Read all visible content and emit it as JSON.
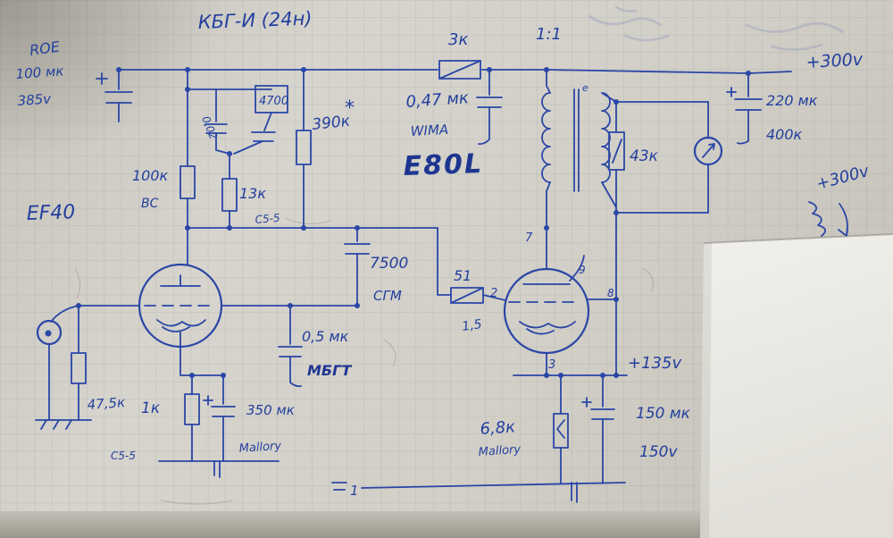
{
  "colors": {
    "ink": "#2a46a6",
    "paper": "#d2cfc6",
    "grid_line": "#6e8796",
    "overlay_paper": "#efeee9",
    "desk_shadow": "#9e9a90"
  },
  "labels": {
    "cap_type_title": "КБГ-И (24н)",
    "roe": "ROE",
    "c_in_value": "100 мк",
    "c_in_voltage": "385v",
    "r_plate2": "3к",
    "xfmr_ratio": "1:1",
    "rail_voltage": "+300v",
    "c4700": "4700",
    "c002": "0,02",
    "r390k": "390к",
    "star": "*",
    "c047": "0,47 мк",
    "wima": "WIMA",
    "tube2": "E80L",
    "c220": "220 мк",
    "c220_v": "400к",
    "rail_voltage_side": "+300v",
    "r100k": "100к",
    "r100k_type": "ВС",
    "tube1": "EF40",
    "r13k": "13к",
    "c5s_a": "C5-5",
    "c7500": "7500",
    "c7500_type": "СГМ",
    "r51": "51",
    "r51b": "1,5",
    "r43k": "43к",
    "c05": "0,5 мк",
    "c05_type": "МБГТ",
    "r475": "47,5к",
    "r1k": "1к",
    "c350": "350 мк",
    "c350_brand": "Mallory",
    "c5s_b": "C5-5",
    "r68k": "6,8к",
    "r68k_brand": "Mallory",
    "v135": "+135v",
    "c150": "150 мк",
    "c150_v": "150v",
    "pin7": "7",
    "pin2": "2",
    "pin9": "9",
    "pin8": "8",
    "pin3": "3",
    "sec_e": "e",
    "gnd_num": "1"
  }
}
